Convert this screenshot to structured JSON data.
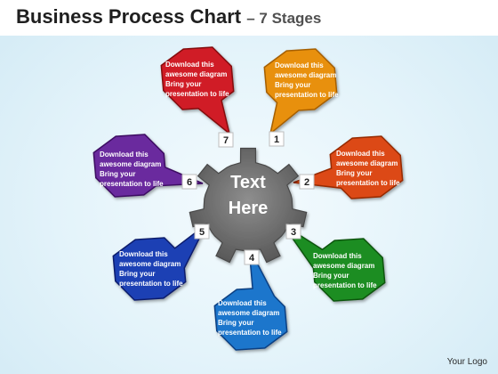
{
  "header": {
    "title_main": "Business Process Chart",
    "title_sub": "– 7 Stages"
  },
  "center": {
    "line1": "Text",
    "line2": "Here",
    "color": "#6d6d6d"
  },
  "stages": [
    {
      "number": "1",
      "text": [
        "Download this",
        "awesome diagram",
        "Bring your",
        "presentation to life"
      ],
      "color": "#e8900e",
      "dark": "#a55e00"
    },
    {
      "number": "2",
      "text": [
        "Download this",
        "awesome diagram",
        "Bring your",
        "presentation to life"
      ],
      "color": "#dc4a14",
      "dark": "#962a04"
    },
    {
      "number": "3",
      "text": [
        "Download this",
        "awesome diagram",
        "Bring your",
        "presentation to life"
      ],
      "color": "#1e8d22",
      "dark": "#0d5510"
    },
    {
      "number": "4",
      "text": [
        "Download this",
        "awesome diagram",
        "Bring your",
        "presentation to life"
      ],
      "color": "#1a76cc",
      "dark": "#0c3f82"
    },
    {
      "number": "5",
      "text": [
        "Download this",
        "awesome diagram",
        "Bring your",
        "presentation to life"
      ],
      "color": "#1d3fb4",
      "dark": "#0d1f6c"
    },
    {
      "number": "6",
      "text": [
        "Download this",
        "awesome diagram",
        "Bring your",
        "presentation to life"
      ],
      "color": "#6a2a9e",
      "dark": "#3c0d62"
    },
    {
      "number": "7",
      "text": [
        "Download this",
        "awesome diagram",
        "Bring your",
        "presentation to life"
      ],
      "color": "#d01c25",
      "dark": "#840b10"
    }
  ],
  "footer": {
    "logo_text": "Your Logo"
  }
}
